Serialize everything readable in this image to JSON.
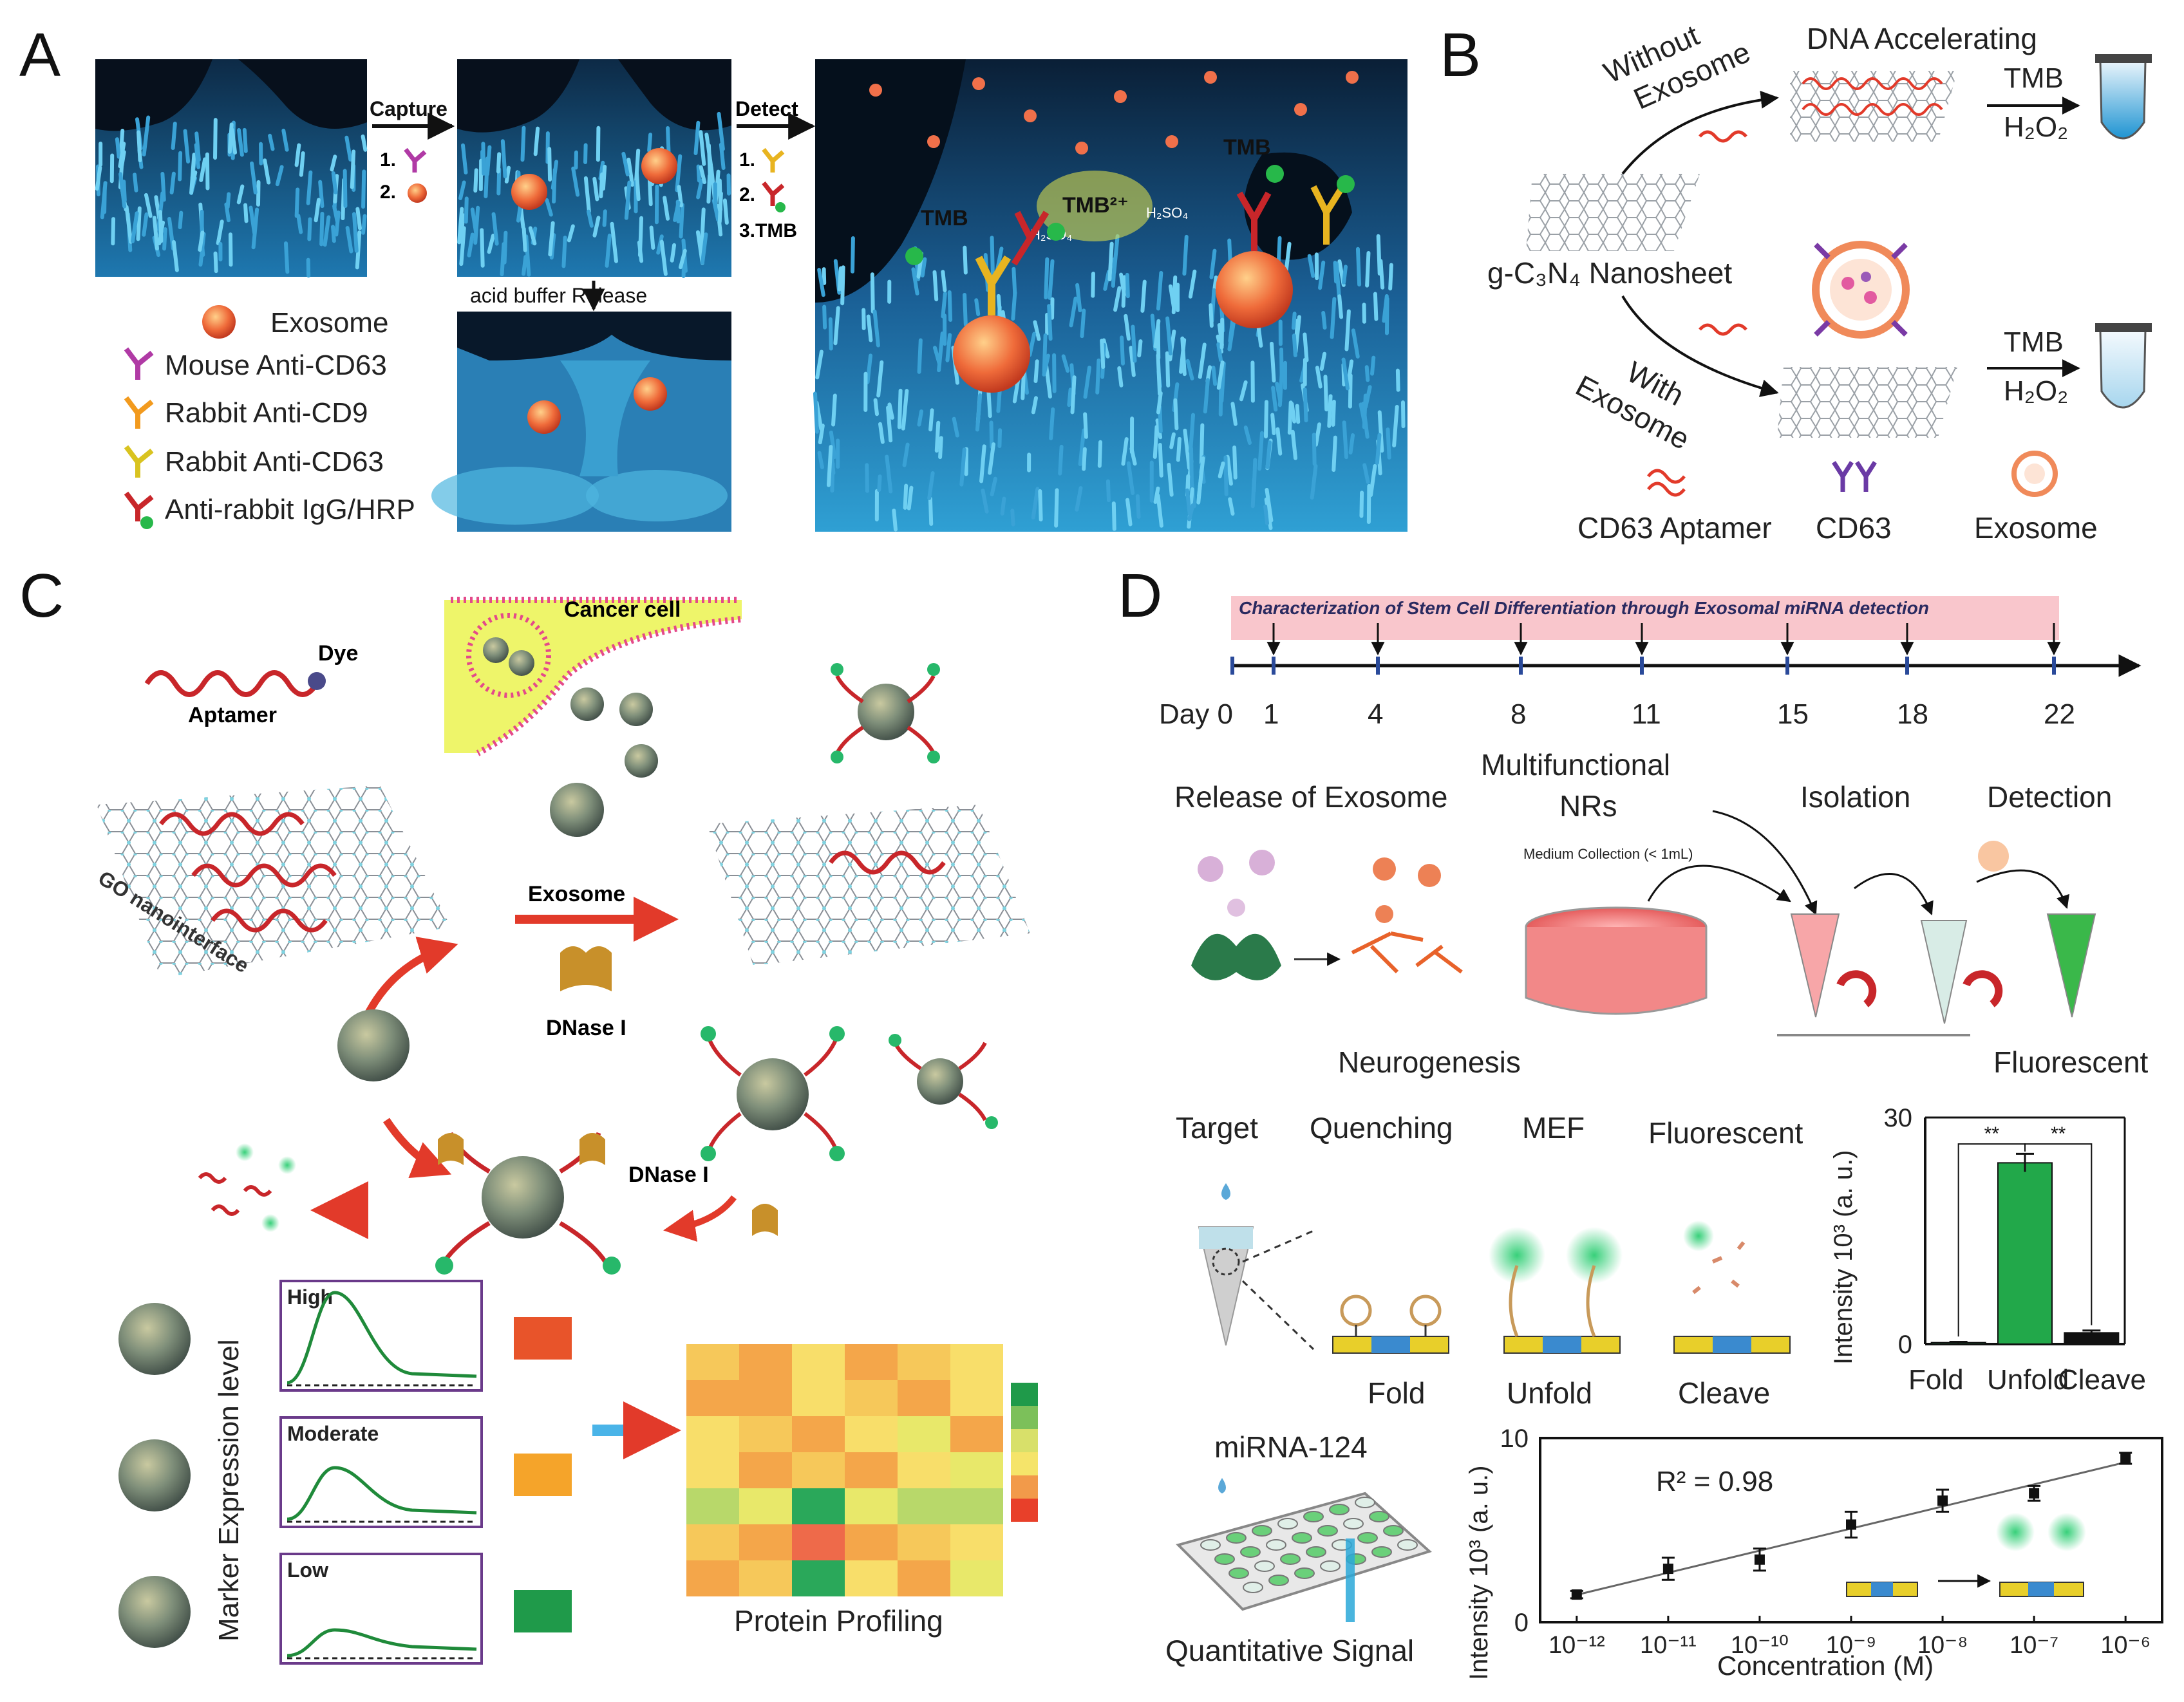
{
  "panels": {
    "a": {
      "letter": "A",
      "capture": "Capture",
      "capture_step1": "1.",
      "capture_step2": "2.",
      "detect": "Detect",
      "detect_step1": "1.",
      "detect_step2": "2.",
      "detect_step3": "3.TMB",
      "release": "acid buffer  Release",
      "tmb": "TMB",
      "tmb_plus": "TMB²⁺",
      "h2so4": "H₂SO₄",
      "legend": [
        "Exosome",
        "Mouse Anti-CD63",
        "Rabbit Anti-CD9",
        "Rabbit Anti-CD63",
        "Anti-rabbit IgG/HRP"
      ]
    },
    "b": {
      "letter": "B",
      "without_1": "Without",
      "without_2": "Exosome",
      "accel": "DNA Accelerating",
      "tmb": "TMB",
      "h2o2": "H₂O₂",
      "nanosheet": "g-C₃N₄ Nanosheet",
      "with_1": "With",
      "with_2": "Exosome",
      "legend": [
        "CD63 Aptamer",
        "CD63",
        "Exosome"
      ]
    },
    "c": {
      "letter": "C",
      "dye": "Dye",
      "aptamer": "Aptamer",
      "cancer": "Cancer cell",
      "go": "GO nanointerface",
      "exosome": "Exosome",
      "dnase1": "DNase I",
      "dnase2": "DNase I",
      "ylabel": "Marker Expression level",
      "levels": [
        "High",
        "Moderate",
        "Low"
      ],
      "level_colors": [
        "#e8542a",
        "#f5a42a",
        "#1f9a4a"
      ],
      "profiling": "Protein Profiling"
    },
    "d": {
      "letter": "D",
      "banner": "Characterization of Stem Cell Differentiation through Exosomal miRNA detection",
      "days": [
        "Day 0",
        "1",
        "4",
        "8",
        "11",
        "15",
        "18",
        "22"
      ],
      "release": "Release of Exosome",
      "multi_1": "Multifunctional",
      "multi_2": "NRs",
      "medium": "Medium Collection (< 1mL)",
      "isolation": "Isolation",
      "detection": "Detection",
      "neurogenesis": "Neurogenesis",
      "fluorescent_top": "Fluorescent",
      "steps": [
        "Target",
        "Quenching",
        "MEF",
        "Fluorescent"
      ],
      "states": [
        "Fold",
        "Unfold",
        "Cleave"
      ],
      "mirna": "miRNA-124",
      "quant": "Quantitative Signal"
    }
  },
  "chart_data": [
    {
      "type": "bar",
      "categories": [
        "Fold",
        "Unfold",
        "Cleave"
      ],
      "values": [
        0.2,
        24,
        1.5
      ],
      "errors": [
        0.1,
        1.2,
        0.3
      ],
      "colors": [
        "#1f9a4a",
        "#22a84a",
        "#111111"
      ],
      "ylabel": "Intensity 10³ (a. u.)",
      "ylim": [
        0,
        30
      ],
      "yticks": [
        "0",
        "30"
      ],
      "significance": [
        "**",
        "**"
      ]
    },
    {
      "type": "scatter",
      "x_tick_labels": [
        "10⁻¹²",
        "10⁻¹¹",
        "10⁻¹⁰",
        "10⁻⁹",
        "10⁻⁸",
        "10⁻⁷",
        "10⁻⁶"
      ],
      "x_exponent": [
        -12,
        -11,
        -10,
        -9,
        -8,
        -7,
        -6
      ],
      "y": [
        1.5,
        2.9,
        3.4,
        5.3,
        6.6,
        7.0,
        8.9
      ],
      "yerr": [
        0.2,
        0.6,
        0.6,
        0.7,
        0.6,
        0.4,
        0.3
      ],
      "fit": true,
      "annotation": "R² = 0.98",
      "xlabel": "Concentration (M)",
      "ylabel": "Intensity 10³ (a. u.)",
      "ylim": [
        0,
        10
      ],
      "yticks": [
        "0",
        "10"
      ]
    }
  ]
}
